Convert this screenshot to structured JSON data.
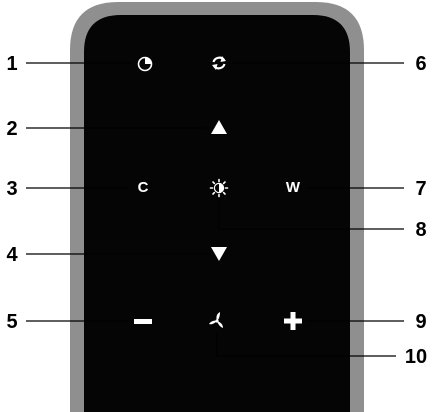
{
  "remote": {
    "body_color": "#050505",
    "bezel_color": "#8f8f8f",
    "buttons": {
      "timer": {
        "icon": "timer-icon"
      },
      "swing": {
        "icon": "rotate-icon"
      },
      "up": {
        "icon": "triangle-up-icon"
      },
      "cool": {
        "label": "C"
      },
      "brightness": {
        "icon": "sun-icon"
      },
      "warm": {
        "label": "W"
      },
      "down": {
        "icon": "triangle-down-icon"
      },
      "minus": {
        "icon": "minus-icon"
      },
      "fan": {
        "icon": "fan-icon"
      },
      "plus": {
        "icon": "plus-icon"
      }
    }
  },
  "callouts": {
    "n1": "1",
    "n2": "2",
    "n3": "3",
    "n4": "4",
    "n5": "5",
    "n6": "6",
    "n7": "7",
    "n8": "8",
    "n9": "9",
    "n10": "10"
  }
}
